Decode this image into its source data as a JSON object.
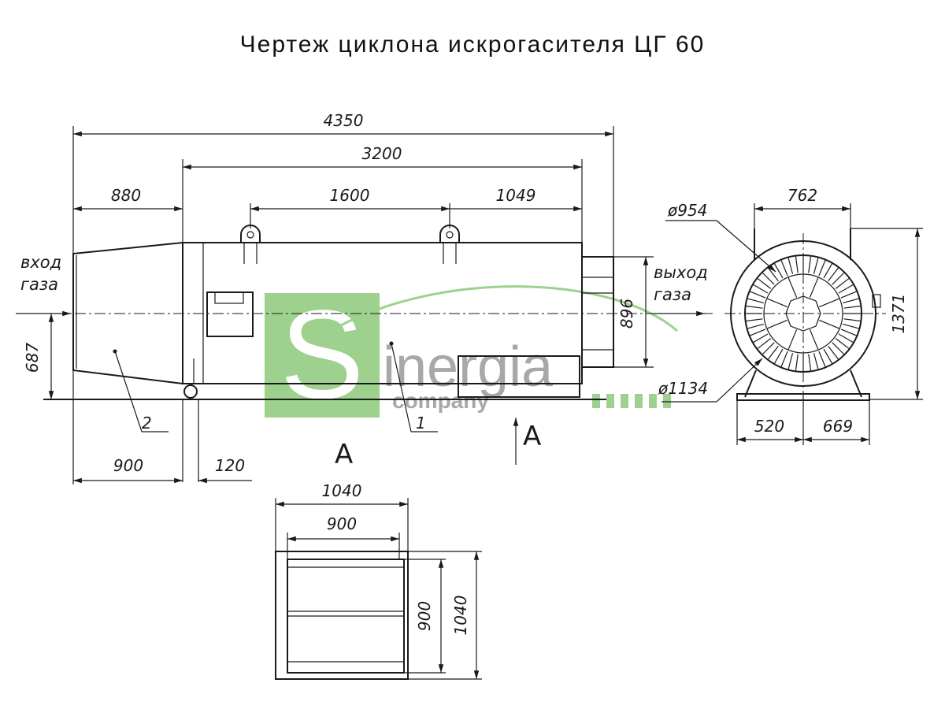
{
  "title": "Чертеж циклона искрогасителя ЦГ 60",
  "labels": {
    "inlet_line1": "вход",
    "inlet_line2": "газа",
    "outlet_line1": "выход",
    "outlet_line2": "газа",
    "part_1": "1",
    "part_2": "2",
    "section_a": "A",
    "view_a": "A"
  },
  "dimensions": {
    "overall_length": "4350",
    "body_length": "3200",
    "inlet_cone": "880",
    "lug_spacing": "1600",
    "lug_to_end": "1049",
    "outlet_height": "896",
    "axis_height": "687",
    "inlet_length": "900",
    "support_offset": "120",
    "end_width": "762",
    "dia_outer": "ø954",
    "dia_inner": "ø1134",
    "end_height": "1371",
    "base_left": "520",
    "base_right": "669",
    "flange_outer": "1040",
    "flange_inner": "900",
    "flange_inner_h": "900",
    "flange_outer_h": "1040"
  },
  "watermark": {
    "letter": "S",
    "word": "inergia",
    "sub": "company",
    "green": "#8cc97a",
    "gray": "#9a9a9a"
  }
}
